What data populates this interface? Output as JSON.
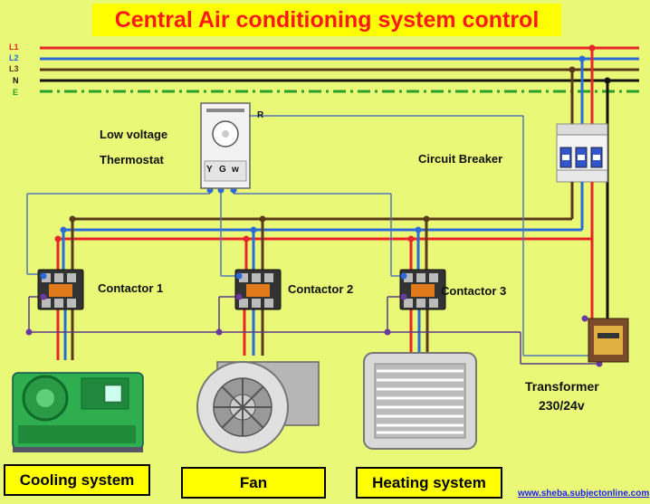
{
  "title": "Central Air conditioning system control",
  "lines": [
    {
      "label": "L1",
      "color": "#e8262a"
    },
    {
      "label": "L2",
      "color": "#2a6bd9"
    },
    {
      "label": "L3",
      "color": "#5a3a1a"
    },
    {
      "label": "N",
      "color": "#111111"
    },
    {
      "label": "E",
      "color": "#2aa02a"
    }
  ],
  "thermostat": {
    "label_line1": "Low voltage",
    "label_line2": "Thermostat",
    "terminal_r": "R",
    "terminal_y": "Y",
    "terminal_g": "G",
    "terminal_w": "w"
  },
  "circuit_breaker": "Circuit Breaker",
  "contactors": [
    "Contactor 1",
    "Contactor 2",
    "Contactor 3"
  ],
  "transformer": {
    "line1": "Transformer",
    "line2": "230/24v"
  },
  "loads": [
    "Cooling system",
    "Fan",
    "Heating system"
  ],
  "website": "www.sheba.subjectonline.com"
}
